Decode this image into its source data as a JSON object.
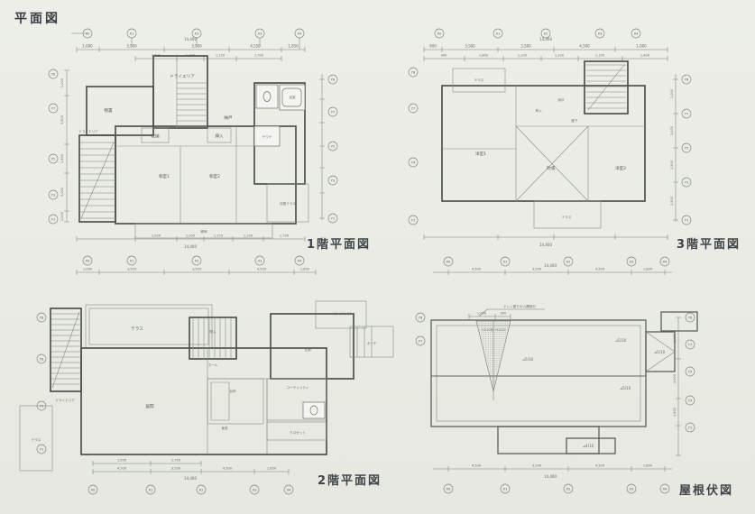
{
  "page": {
    "title": "平面図"
  },
  "plans": {
    "f1": "1階平面図",
    "f2": "2階平面図",
    "f3": "3階平面図",
    "roof": "屋根伏図"
  },
  "grid": {
    "x": [
      "X0",
      "X1",
      "X2",
      "X3",
      "X4"
    ],
    "y": [
      "Y8",
      "Y7",
      "Y6",
      "Y5",
      "Y4",
      "Y3",
      "Y2",
      "Y1"
    ]
  },
  "dims": {
    "total": "14,400",
    "f1_top": [
      "1,000",
      "3,500",
      "3,500",
      "4,550",
      "1,850"
    ],
    "f1_sub": [
      "1,500",
      "1,000",
      "1,150",
      "1,700"
    ],
    "f1_left": [
      "1,000",
      "3,500",
      "1,500",
      "3,000",
      "1,000"
    ],
    "f1_bottom": [
      "1,500",
      "1,000",
      "1,150",
      "1,100",
      "1,700"
    ],
    "f2_top": [
      "1,000",
      "3,500",
      "3,500",
      "4,500",
      "1,850"
    ],
    "f2_sub": [
      "1,500",
      "1,700"
    ],
    "f2_bottom": [
      "4,500",
      "3,500",
      "4,500",
      "1,850"
    ],
    "f3_top": [
      "900",
      "3,500",
      "3,500",
      "4,500",
      "1,000"
    ],
    "f3_sub": [
      "900",
      "1,800",
      "1,200",
      "1,100",
      "1,150",
      "1,400"
    ],
    "f3_right": [
      "1,000",
      "2,000",
      "1,500",
      "2,500"
    ],
    "roof_funnel": [
      "1,000",
      "900"
    ],
    "roof_chain": [
      "4,500",
      "3,500",
      "4,500",
      "1,800"
    ],
    "roof_right": [
      "1,000",
      "3,000",
      "1,800"
    ]
  },
  "rooms": {
    "f1": [
      "ドライエリア",
      "物置",
      "納戸",
      "収納",
      "押入",
      "和室1",
      "和室2",
      "サウナ",
      "浴室",
      "縁側",
      "坪庭テラス",
      "ドライエリア"
    ],
    "f2": [
      "テラス",
      "ドライエリア",
      "ドライエリア",
      "物入",
      "ホール",
      "玄関",
      "ポーチ",
      "居間",
      "台所",
      "ユーティリティ",
      "クロゼット",
      "食堂",
      "テラス"
    ],
    "f3": [
      "テラス",
      "納戸",
      "押入",
      "廊下",
      "洋室1",
      "吹抜",
      "洋室2",
      "テラス"
    ]
  },
  "roof": {
    "note": "ドレン廻りの入隅部分",
    "funnel_slope": "10/10勾→10/15",
    "slopes": [
      "⊿5/10",
      "⊿5/10",
      "⊿5/10",
      "⊿5/10",
      "⊿4/10"
    ]
  }
}
